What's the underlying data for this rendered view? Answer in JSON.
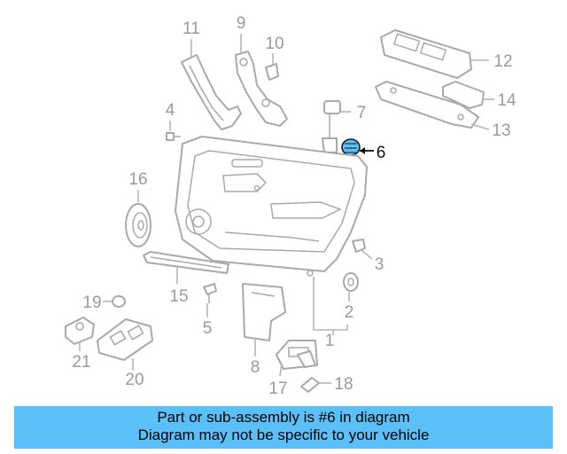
{
  "diagram": {
    "highlighted_part": "6",
    "highlight_color": "#5bc0f8",
    "callouts": [
      "1",
      "2",
      "3",
      "4",
      "5",
      "6",
      "7",
      "8",
      "9",
      "10",
      "11",
      "12",
      "13",
      "14",
      "15",
      "16",
      "17",
      "18",
      "19",
      "20",
      "21"
    ]
  },
  "banner": {
    "line1": "Part or sub-assembly is #6 in diagram",
    "line2": "Diagram may not be specific to your vehicle",
    "background": "#5bc0f8"
  }
}
